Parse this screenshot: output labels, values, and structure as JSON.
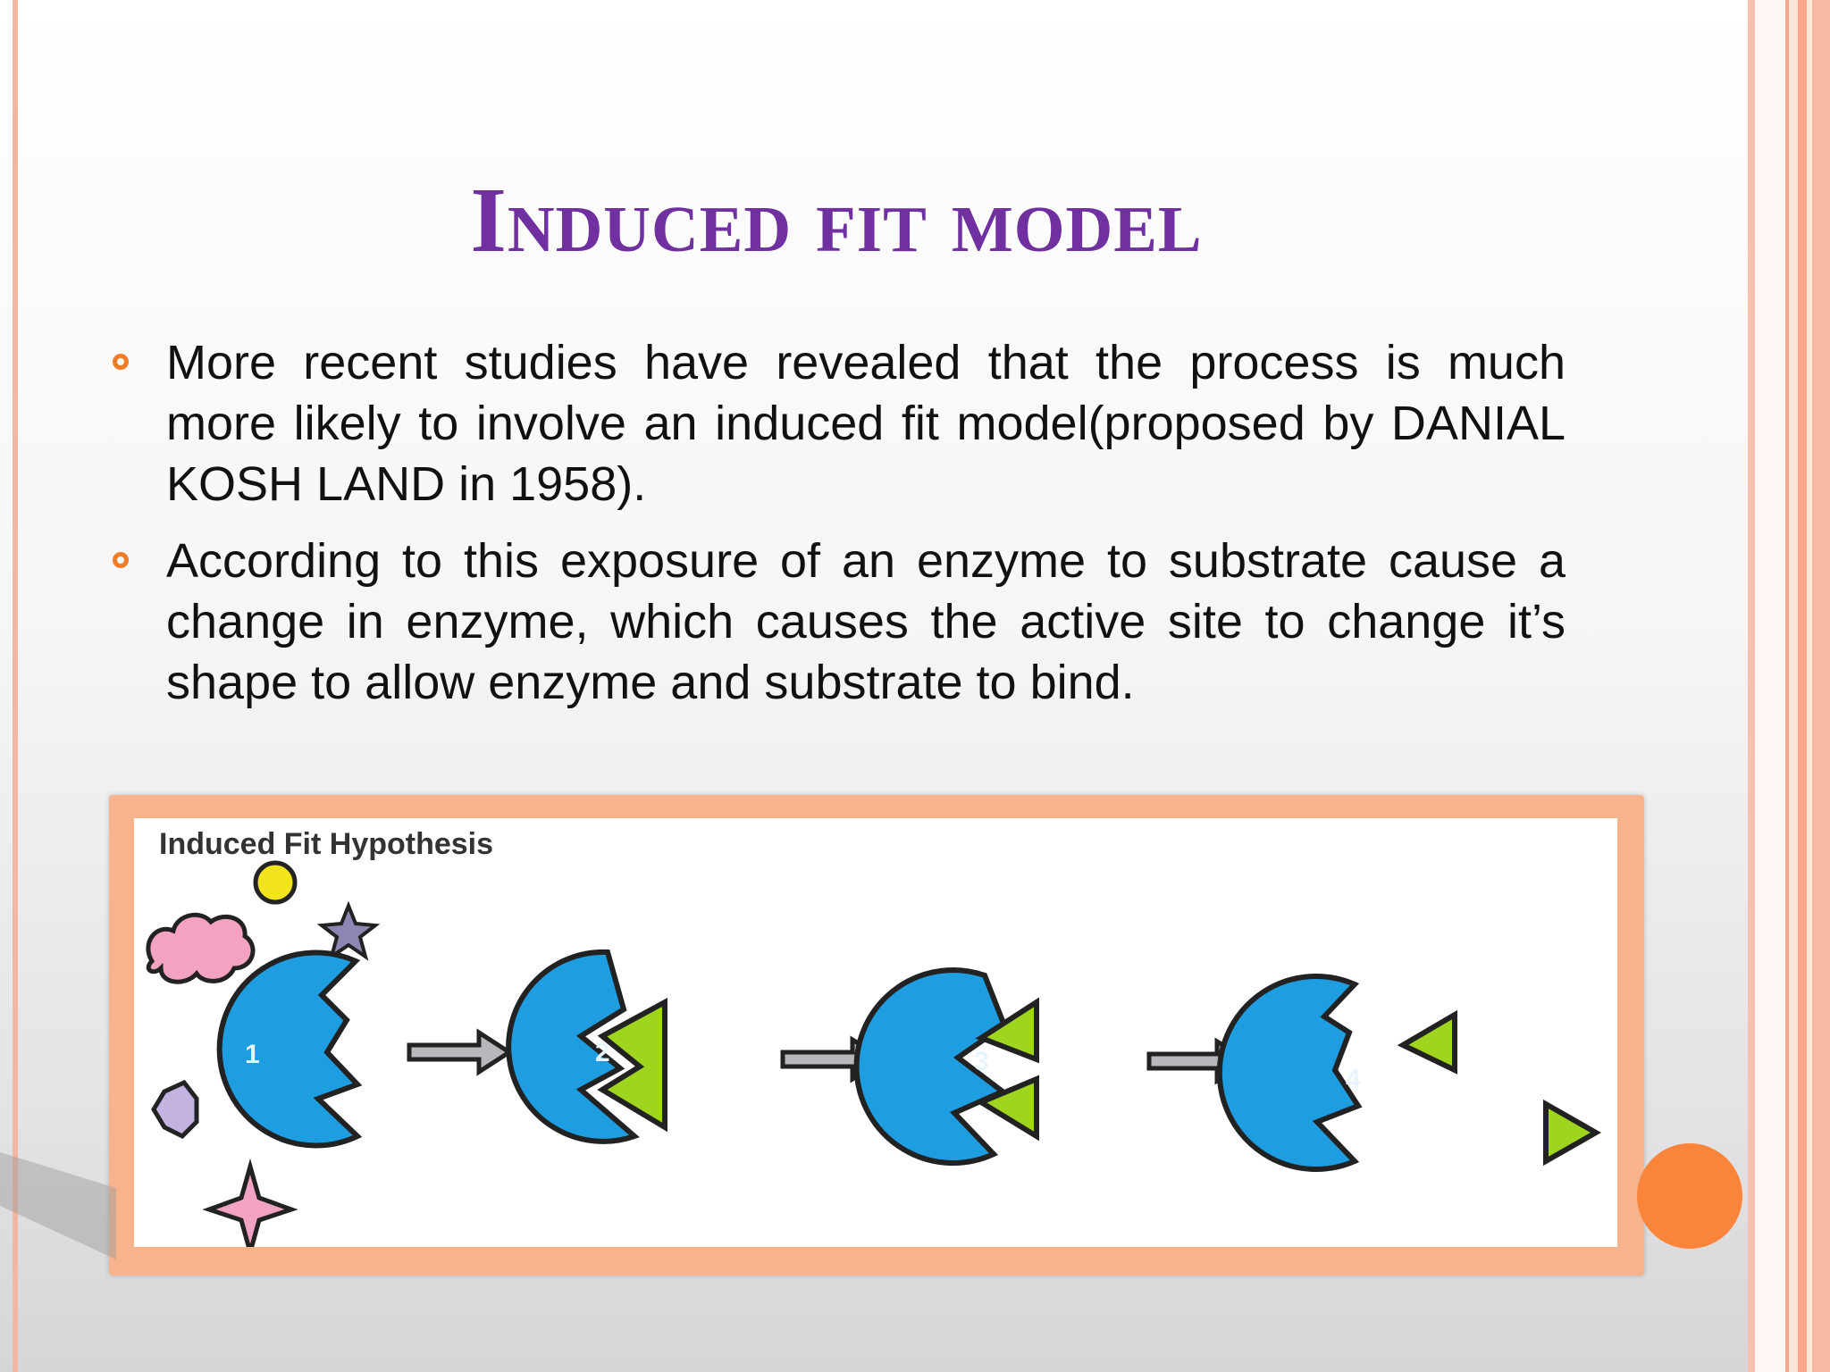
{
  "slide": {
    "title": "Induced fit model",
    "bullets": [
      "More recent studies have revealed that the process is much more likely to involve an induced fit model(proposed by DANIAL KOSH LAND in 1958).",
      "According to this exposure of an enzyme to substrate cause a change in enzyme, which causes the active site to change it’s shape to allow enzyme and substrate to bind."
    ]
  },
  "figure": {
    "label": "Induced Fit Hypothesis",
    "steps": [
      "1",
      "2",
      "3",
      "4"
    ]
  },
  "colors": {
    "title": "#7030a0",
    "bullet_marker": "#f07c28",
    "enzyme": "#1e9ee0",
    "substrate": "#9fd41f",
    "frame": "#f7b48c",
    "accent_dot": "#fb843b"
  }
}
